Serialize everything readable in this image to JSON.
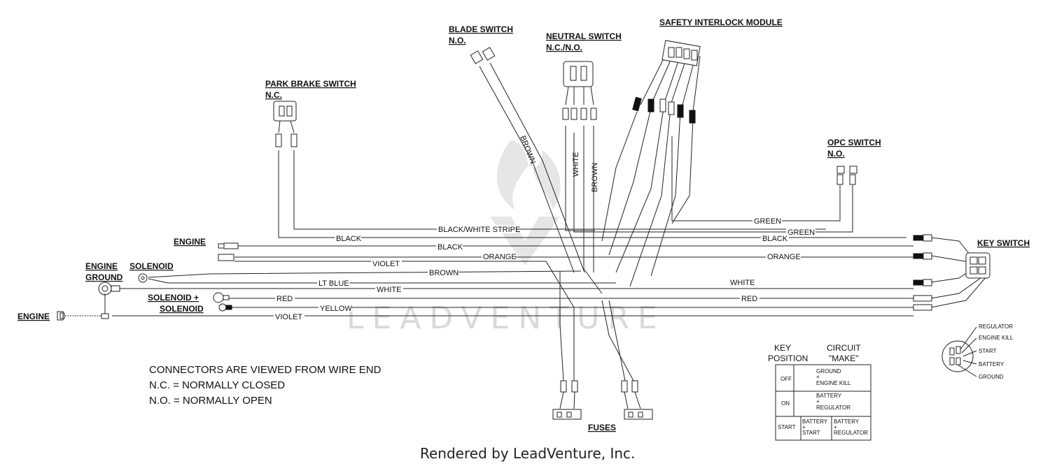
{
  "components": {
    "blade_switch": [
      "BLADE SWITCH",
      "N.O."
    ],
    "neutral_switch": [
      "NEUTRAL SWITCH",
      "N.C./N.O."
    ],
    "safety_interlock_module": "SAFETY INTERLOCK MODULE",
    "park_brake_switch": [
      "PARK BRAKE SWITCH",
      "N.C."
    ],
    "opc_switch": [
      "OPC SWITCH",
      "N.O."
    ],
    "key_switch": "KEY SWITCH",
    "engine_top": "ENGINE",
    "engine_ground": [
      "ENGINE",
      "GROUND"
    ],
    "solenoid": "SOLENOID",
    "solenoid_plus": [
      "SOLENOID +",
      "SOLENOID"
    ],
    "engine_left": "ENGINE",
    "fuses": "FUSES"
  },
  "wire_labels": {
    "brown_blade": "BROWN",
    "white_neutral": "WHITE",
    "brown_neutral": "BROWN",
    "black_white_stripe": "BLACK/WHITE STRIPE",
    "black_park": "BLACK",
    "black_engine": "BLACK",
    "orange_center": "ORANGE",
    "violet_upper": "VIOLET",
    "brown_solenoid": "BROWN",
    "lt_blue": "LT BLUE",
    "white_left": "WHITE",
    "red_left": "RED",
    "yellow": "YELLOW",
    "violet_lower": "VIOLET",
    "green_upper": "GREEN",
    "green_lower": "GREEN",
    "black_right": "BLACK",
    "orange_right": "ORANGE",
    "white_right": "WHITE",
    "red_right": "RED"
  },
  "key_pins": [
    "REGULATOR",
    "ENGINE KILL",
    "START",
    "BATTERY",
    "GROUND"
  ],
  "notes": [
    "CONNECTORS ARE VIEWED FROM WIRE END",
    "N.C. = NORMALLY CLOSED",
    "N.O. = NORMALLY OPEN"
  ],
  "key_table": {
    "header_key": [
      "KEY",
      "POSITION"
    ],
    "header_circuit": [
      "CIRCUIT",
      "\"MAKE\""
    ],
    "rows": [
      {
        "position": "OFF",
        "make": [
          "GROUND",
          "+",
          "ENGINE KILL"
        ]
      },
      {
        "position": "ON",
        "make": [
          "BATTERY",
          "+",
          "REGULATOR"
        ]
      },
      {
        "position": "START",
        "make_a": [
          "BATTERY",
          "+",
          "START"
        ],
        "make_b": [
          "BATTERY",
          "+",
          "REGULATOR"
        ]
      }
    ]
  },
  "watermark": "LEADVENTURE",
  "footer": "Rendered by LeadVenture, Inc."
}
